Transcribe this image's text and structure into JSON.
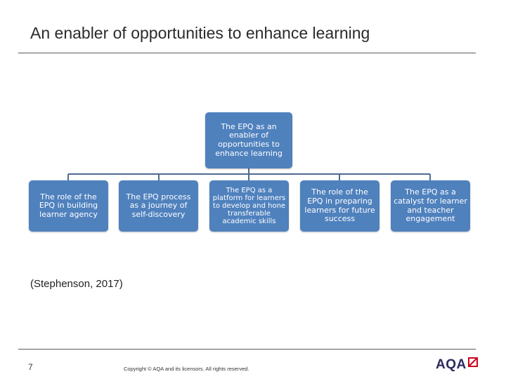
{
  "slide": {
    "title": "An enabler of opportunities to enhance learning",
    "citation": "(Stephenson, 2017)"
  },
  "diagram": {
    "root": "The EPQ as an enabler of opportunities to enhance learning",
    "children": [
      "The role of the EPQ in building learner agency",
      "The EPQ process as a journey of self-discovery",
      "The EPQ as a platform for learners to develop and hone transferable academic skills",
      "The role of the EPQ in preparing learners for future success",
      "The EPQ as a catalyst for learner and teacher engagement"
    ],
    "box_color": "#4f81bd",
    "connector_color": "#4f6a8f"
  },
  "footer": {
    "page_number": "7",
    "copyright": "Copyright © AQA and its licensors. All rights reserved.",
    "logo_text": "AQA",
    "logo_accent_color": "#d0021b"
  }
}
